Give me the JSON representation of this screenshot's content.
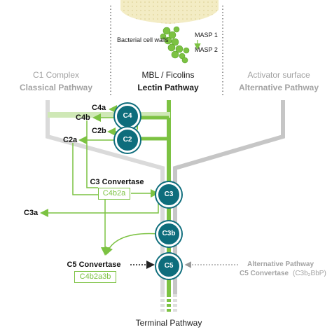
{
  "bacteria": {
    "cell_walls_label": "Bacterial cell walls",
    "masp1_label": "MASP 1",
    "masp2_label": "MASP 2"
  },
  "pathways": {
    "classical": {
      "top": "C1 Complex",
      "bottom": "Classical Pathway"
    },
    "lectin": {
      "top": "MBL / Ficolins",
      "bottom": "Lectin Pathway"
    },
    "alternative": {
      "top": "Activator surface",
      "bottom": "Alternative Pathway"
    }
  },
  "nodes": {
    "c4": "C4",
    "c2": "C2",
    "c3": "C3",
    "c3b": "C3b",
    "c5": "C5"
  },
  "products": {
    "c4a": "C4a",
    "c4b": "C4b",
    "c2b": "C2b",
    "c2a": "C2a",
    "c3a": "C3a"
  },
  "convertases": {
    "c3_title": "C3 Convertase",
    "c3_box": "C4b2a",
    "c5_title": "C5 Convertase",
    "c5_box": "C4b2a3b",
    "alt_title_1": "Alternative Pathway",
    "alt_title_2": "C5 Convertase",
    "alt_formula": "(C3b₂BbP)"
  },
  "footer": {
    "terminal": "Terminal Pathway"
  },
  "colors": {
    "green": "#7cc242",
    "teal": "#0e6d7c",
    "grey": "#bdbdbd",
    "dark": "#1a1a1a"
  }
}
